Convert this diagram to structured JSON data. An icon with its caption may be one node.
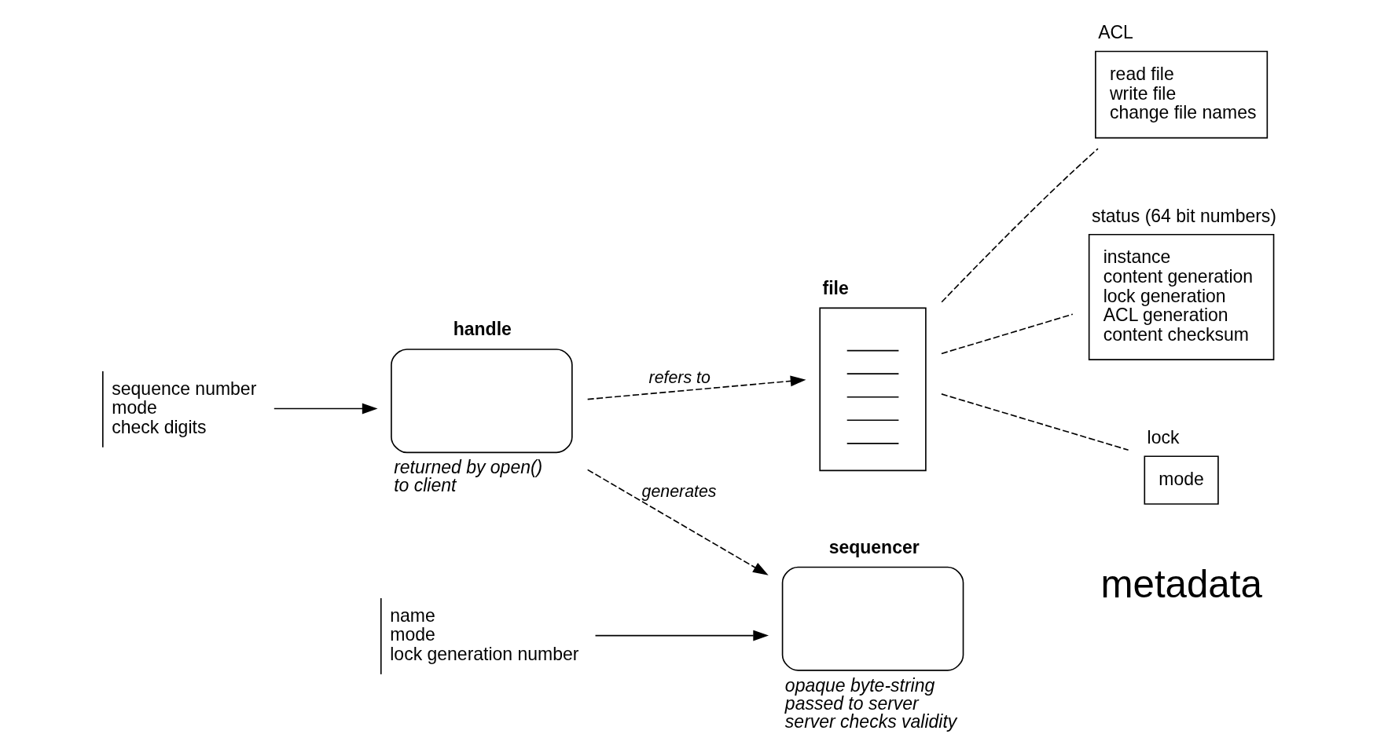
{
  "diagram": {
    "nodes": [
      {
        "text": [
          "sequence number",
          "mode",
          "check digits"
        ]
      },
      {
        "text": [
          "handle"
        ],
        "beside": [
          "returned by open()",
          "to client"
        ]
      },
      {
        "text": [
          "sequencer"
        ],
        "beside": [
          "opaque byte-string",
          "passed to server",
          "server checks validity"
        ]
      },
      {
        "text": [
          "name",
          "mode",
          "lock generation number"
        ]
      },
      {
        "text": [
          "file"
        ]
      },
      {
        "text": [
          "ACL",
          "read file",
          "write file",
          "change file names"
        ]
      },
      {
        "text": [
          "status (64 bit numbers)",
          "instance",
          "content generation",
          "lock generation",
          "ACL generation",
          "content checksum"
        ]
      },
      {
        "text": [
          "lock",
          "mode"
        ]
      }
    ],
    "edges": [
      {
        "from": 0,
        "to": 1,
        "arrow": "to"
      },
      {
        "from": 1,
        "to": 4,
        "arrow": "to",
        "style": "dashed",
        "label": "refers to"
      },
      {
        "from": 1,
        "to": 2,
        "arrow": "to",
        "style": "dashed",
        "label": "generates"
      },
      {
        "from": 3,
        "to": 2,
        "arrow": "to"
      },
      {
        "from": 4,
        "to": 5,
        "arrow": "none",
        "style": "dashed"
      },
      {
        "from": 4,
        "to": 6,
        "arrow": "none",
        "style": "dashed"
      },
      {
        "from": 4,
        "to": 7,
        "arrow": "none",
        "style": "dashed"
      }
    ],
    "labels": [
      "metadata"
    ]
  }
}
